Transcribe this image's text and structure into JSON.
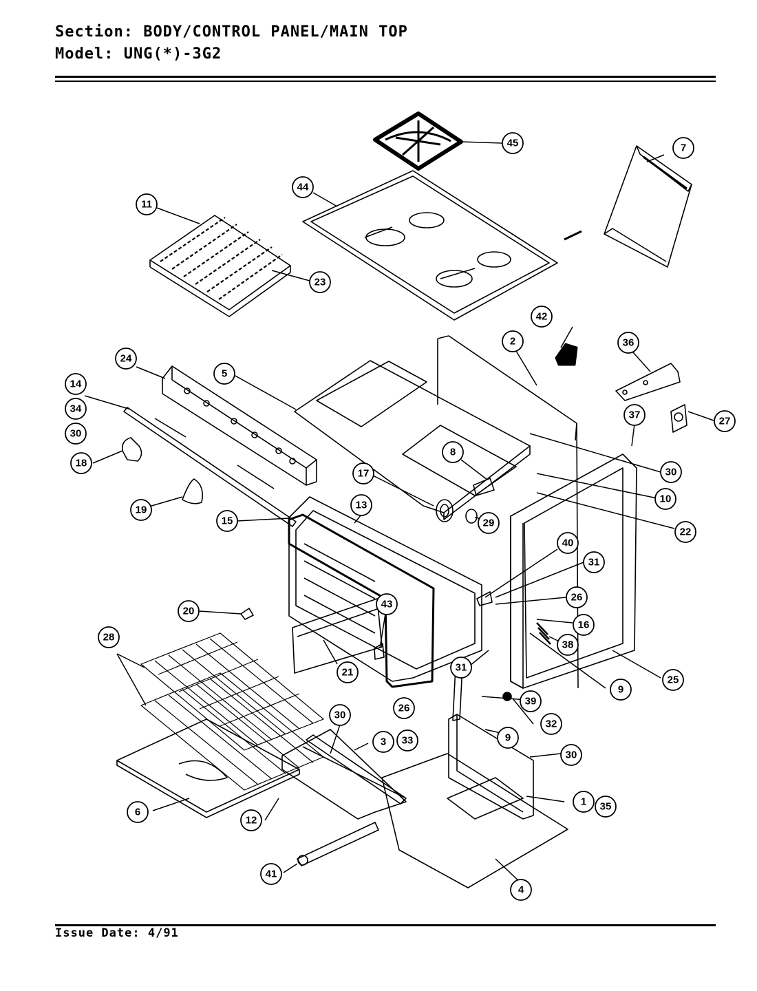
{
  "header": {
    "section_label": "Section:",
    "section_value": "BODY/CONTROL PANEL/MAIN TOP",
    "model_label": "Model:",
    "model_value": "UNG(*)-3G2"
  },
  "footer": {
    "issue_label": "Issue Date:",
    "issue_value": "4/91"
  },
  "callouts": {
    "c1": "1",
    "c2": "2",
    "c3": "3",
    "c4": "4",
    "c5": "5",
    "c6": "6",
    "c7": "7",
    "c8": "8",
    "c9a": "9",
    "c9b": "9",
    "c10": "10",
    "c11": "11",
    "c12": "12",
    "c13": "13",
    "c14": "14",
    "c15": "15",
    "c16": "16",
    "c17": "17",
    "c18": "18",
    "c19": "19",
    "c20": "20",
    "c21": "21",
    "c22": "22",
    "c23": "23",
    "c24": "24",
    "c25": "25",
    "c26a": "26",
    "c26b": "26",
    "c27": "27",
    "c28": "28",
    "c29": "29",
    "c30a": "30",
    "c30b": "30",
    "c30c": "30",
    "c30d": "30",
    "c31a": "31",
    "c31b": "31",
    "c32": "32",
    "c33": "33",
    "c34": "34",
    "c35": "35",
    "c36": "36",
    "c37": "37",
    "c38": "38",
    "c39": "39",
    "c40": "40",
    "c41": "41",
    "c42": "42",
    "c43": "43",
    "c44": "44",
    "c45": "45"
  }
}
